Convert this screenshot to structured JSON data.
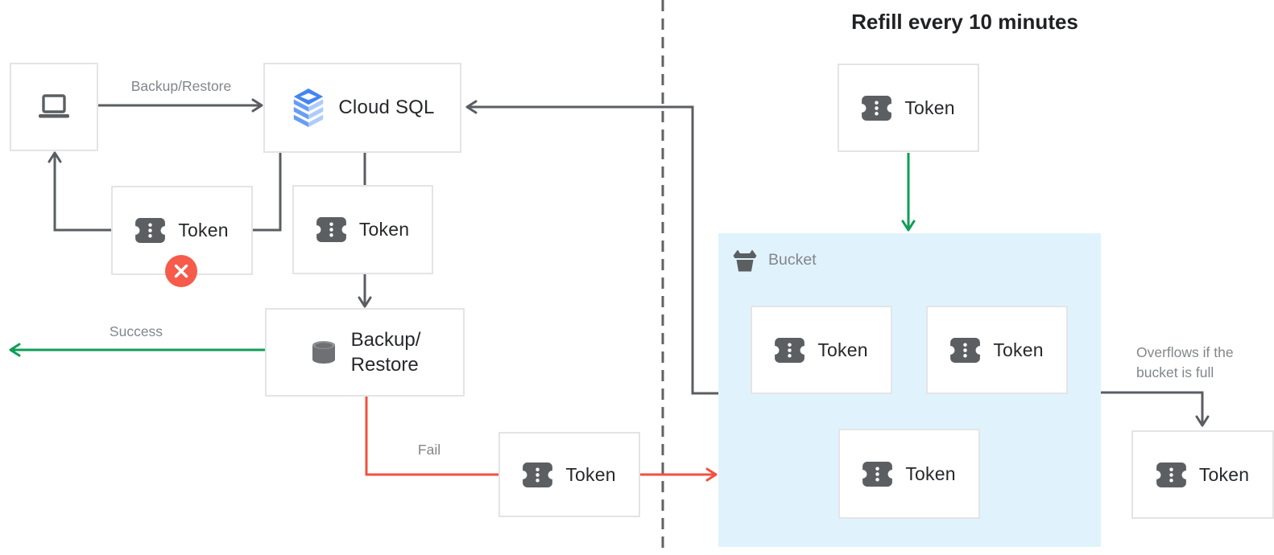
{
  "diagram": {
    "title": "Refill every 10 minutes",
    "labels": {
      "backup_restore_edge": "Backup/Restore",
      "success": "Success",
      "fail": "Fail",
      "overflow_line1": "Overflows if the",
      "overflow_line2": "bucket is full"
    },
    "nodes": {
      "client": {
        "icon": "laptop-icon"
      },
      "cloud_sql": {
        "label": "Cloud SQL",
        "icon": "cloud-sql-icon"
      },
      "backup_restore": {
        "label_line1": "Backup/",
        "label_line2": "Restore",
        "icon": "database-icon"
      },
      "token": {
        "label": "Token",
        "icon": "token-ticket-icon"
      },
      "bucket": {
        "label": "Bucket",
        "icon": "bucket-icon"
      }
    },
    "badges": {
      "failed_token": {
        "icon": "x-icon"
      }
    },
    "colors": {
      "green": "#0F9D58",
      "red": "#F4503F",
      "badge_red": "#F75B4B",
      "line_gray": "#5A5D61",
      "divider_gray": "#616161",
      "label_gray": "#82868A",
      "text_dark": "#26282A",
      "bucket_fill": "#E0F3FC",
      "box_border": "#E4E4E6",
      "icon_gray": "#5C5F62",
      "cloudsql_blue_dark": "#4285F4",
      "cloudsql_blue_mid": "#669DF6",
      "cloudsql_blue_light": "#AECBFA"
    }
  }
}
